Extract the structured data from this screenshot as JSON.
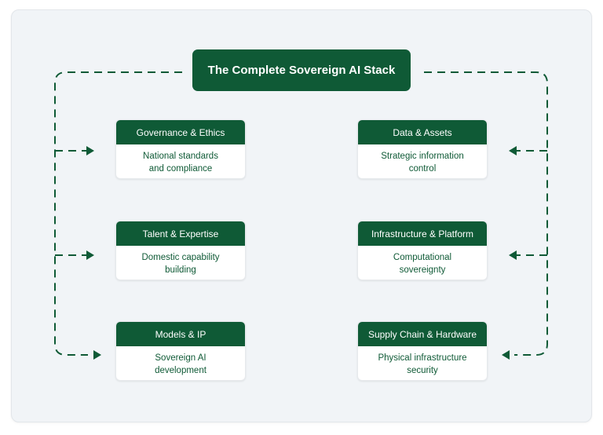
{
  "title": "The Complete Sovereign AI Stack",
  "colors": {
    "accent": "#0f5a36",
    "panel": "#f1f4f7",
    "card": "#ffffff"
  },
  "left_column": [
    {
      "title": "Governance & Ethics",
      "lines": [
        "National standards",
        "and compliance"
      ]
    },
    {
      "title": "Talent & Expertise",
      "lines": [
        "Domestic capability",
        "building"
      ]
    },
    {
      "title": "Models & IP",
      "lines": [
        "Sovereign AI",
        "development"
      ]
    }
  ],
  "right_column": [
    {
      "title": "Data & Assets",
      "lines": [
        "Strategic information",
        "control"
      ]
    },
    {
      "title": "Infrastructure & Platform",
      "lines": [
        "Computational",
        "sovereignty"
      ]
    },
    {
      "title": "Supply Chain & Hardware",
      "lines": [
        "Physical infrastructure",
        "security"
      ]
    }
  ]
}
